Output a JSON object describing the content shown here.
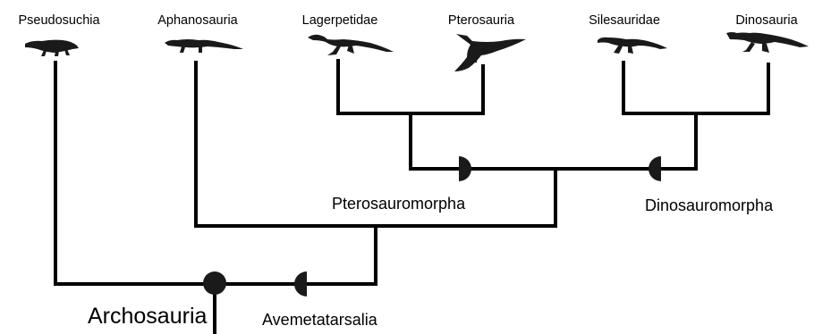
{
  "taxa": [
    "Pseudosuchia",
    "Aphanosauria",
    "Lagerpetidae",
    "Pterosauria",
    "Silesauridae",
    "Dinosauria"
  ],
  "clades": {
    "archosauria": "Archosauria",
    "avemetatarsalia": "Avemetatarsalia",
    "pterosauromorpha": "Pterosauromorpha",
    "dinosauromorpha": "Dinosauromorpha"
  },
  "icons": {
    "pseudosuchia": "crocodile-silhouette",
    "aphanosauria": "aphanosaur-silhouette",
    "lagerpetidae": "lagerpetid-silhouette",
    "pterosauria": "pterosaur-silhouette",
    "silesauridae": "silesaurid-silhouette",
    "dinosauria": "dinosaur-silhouette"
  },
  "colors": {
    "line": "#000000",
    "silhouette": "#1a1a1a",
    "background": "#ffffff"
  }
}
